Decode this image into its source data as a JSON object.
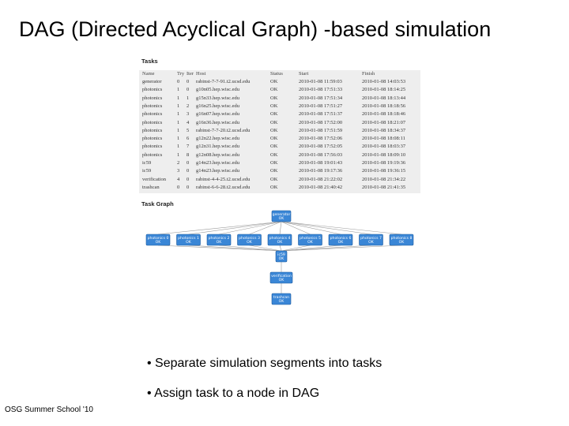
{
  "slide": {
    "title": "DAG (Directed Acyclical Graph) -based simulation",
    "footer": "OSG Summer School '10",
    "bullets": [
      "• Separate simulation segments into tasks",
      "• Assign task to a node in DAG"
    ]
  },
  "tasks": {
    "title": "Tasks",
    "columns": [
      "Name",
      "Try",
      "Iter",
      "Host",
      "Status",
      "Start",
      "Finish"
    ],
    "rows": [
      [
        "generator",
        "0",
        "0",
        "rabinst-7-7-91.t2.ucsd.edu",
        "OK",
        "2010-01-08 11:59:03",
        "2010-01-08 14:03:53"
      ],
      [
        "photonics",
        "1",
        "0",
        "g10n05.hep.wisc.edu",
        "OK",
        "2010-01-08 17:51:33",
        "2010-01-08 18:14:25"
      ],
      [
        "photonics",
        "1",
        "1",
        "g15n33.hep.wisc.edu",
        "OK",
        "2010-01-08 17:51:34",
        "2010-01-08 18:13:44"
      ],
      [
        "photonics",
        "1",
        "2",
        "g16n25.hep.wisc.edu",
        "OK",
        "2010-01-08 17:51:27",
        "2010-01-08 18:18:56"
      ],
      [
        "photonics",
        "1",
        "3",
        "g16n07.hep.wisc.edu",
        "OK",
        "2010-01-08 17:51:37",
        "2010-01-08 18:18:46"
      ],
      [
        "photonics",
        "1",
        "4",
        "g16n36.hep.wisc.edu",
        "OK",
        "2010-01-08 17:52:00",
        "2010-01-08 18:21:07"
      ],
      [
        "photonics",
        "1",
        "5",
        "rabinst-7-7-20.t2.ucsd.edu",
        "OK",
        "2010-01-08 17:51:59",
        "2010-01-08 18:34:37"
      ],
      [
        "photonics",
        "1",
        "6",
        "g12n22.hep.wisc.edu",
        "OK",
        "2010-01-08 17:52:06",
        "2010-01-08 18:08:11"
      ],
      [
        "photonics",
        "1",
        "7",
        "g12n31.hep.wisc.edu",
        "OK",
        "2010-01-08 17:52:05",
        "2010-01-08 18:03:37"
      ],
      [
        "photonics",
        "1",
        "8",
        "g12n08.hep.wisc.edu",
        "OK",
        "2010-01-08 17:56:03",
        "2010-01-08 18:09:10"
      ],
      [
        "ic59",
        "2",
        "0",
        "g14n23.hep.wisc.edu",
        "OK",
        "2010-01-08 19:01:43",
        "2010-01-08 19:19:36"
      ],
      [
        "ic59",
        "3",
        "0",
        "g14n23.hep.wisc.edu",
        "OK",
        "2010-01-08 19:17:36",
        "2010-01-08 19:36:15"
      ],
      [
        "verification",
        "4",
        "0",
        "rabinst-4-4-25.t2.ucsd.edu",
        "OK",
        "2010-01-08 21:22:02",
        "2010-01-08 21:34:22"
      ],
      [
        "trashcan",
        "0",
        "0",
        "rabinst-6-6-28.t2.ucsd.edu",
        "OK",
        "2010-01-08 21:40:42",
        "2010-01-08 21:41:35"
      ]
    ]
  },
  "task_graph": {
    "title": "Task Graph",
    "node_color": "#3a86d6",
    "top": {
      "name": "generator",
      "status": "OK"
    },
    "photonics_nodes": [
      {
        "name": "photonics 0",
        "status": "OK"
      },
      {
        "name": "photonics 1",
        "status": "OK"
      },
      {
        "name": "photonics 2",
        "status": "OK"
      },
      {
        "name": "photonics 3",
        "status": "OK"
      },
      {
        "name": "photonics 4",
        "status": "OK"
      },
      {
        "name": "photonics 5",
        "status": "OK"
      },
      {
        "name": "photonics 6",
        "status": "OK"
      },
      {
        "name": "photonics 7",
        "status": "OK"
      },
      {
        "name": "photonics 8",
        "status": "OK"
      }
    ],
    "chain": [
      {
        "name": "ic59",
        "status": "OK"
      },
      {
        "name": "verification",
        "status": "OK"
      },
      {
        "name": "trashcan",
        "status": "OK"
      }
    ]
  }
}
